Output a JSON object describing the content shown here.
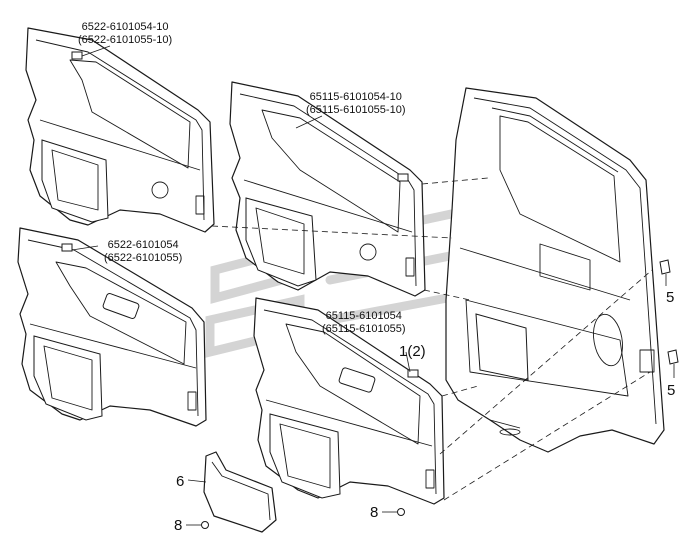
{
  "diagram": {
    "part_labels": [
      {
        "id": "panel-a",
        "line1": "6522-6101054-10",
        "line2": "(6522-6101055-10)"
      },
      {
        "id": "panel-b",
        "line1": "65115-6101054-10",
        "line2": "(65115-6101055-10)"
      },
      {
        "id": "panel-c",
        "line1": "6522-6101054",
        "line2": "(6522-6101055)"
      },
      {
        "id": "panel-d",
        "line1": "65115-6101054",
        "line2": "(65115-6101055)"
      }
    ],
    "callouts": {
      "item_1_2": "1(2)",
      "item_5_upper": "5",
      "item_5_lower": "5",
      "item_6": "6",
      "item_8_left": "8",
      "item_8_right": "8"
    },
    "colors": {
      "line": "#1a1a1a",
      "background": "#ffffff",
      "watermark": "#d4d4d4"
    }
  }
}
